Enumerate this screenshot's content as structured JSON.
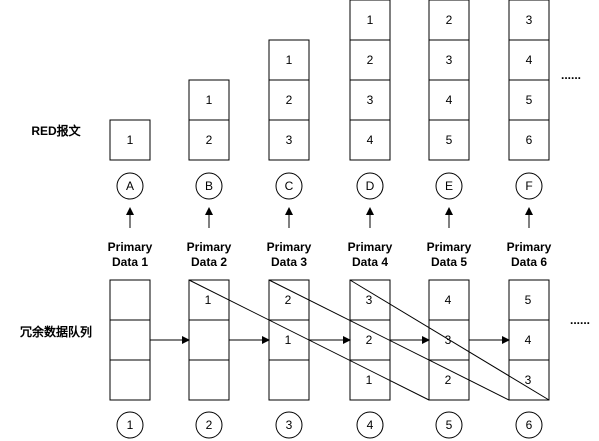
{
  "labels": {
    "red_packet": "RED报文",
    "redundant_queue": "冗余数据队列",
    "ellipsis": "......"
  },
  "red_stacks": [
    [
      "1"
    ],
    [
      "1",
      "2"
    ],
    [
      "1",
      "2",
      "3"
    ],
    [
      "1",
      "2",
      "3",
      "4"
    ],
    [
      "2",
      "3",
      "4",
      "5"
    ],
    [
      "3",
      "4",
      "5",
      "6"
    ]
  ],
  "letters": [
    "A",
    "B",
    "C",
    "D",
    "E",
    "F"
  ],
  "primary": [
    [
      "Primary",
      "Data 1"
    ],
    [
      "Primary",
      "Data 2"
    ],
    [
      "Primary",
      "Data 3"
    ],
    [
      "Primary",
      "Data 4"
    ],
    [
      "Primary",
      "Data 5"
    ],
    [
      "Primary",
      "Data 6"
    ]
  ],
  "queues": [
    [
      "",
      "",
      ""
    ],
    [
      "1",
      "",
      ""
    ],
    [
      "2",
      "1",
      ""
    ],
    [
      "3",
      "2",
      "1"
    ],
    [
      "4",
      "3",
      "2"
    ],
    [
      "5",
      "4",
      "3"
    ]
  ],
  "numbers": [
    "1",
    "2",
    "3",
    "4",
    "5",
    "6"
  ],
  "colors": {
    "stroke": "#000000",
    "fill": "#ffffff"
  }
}
